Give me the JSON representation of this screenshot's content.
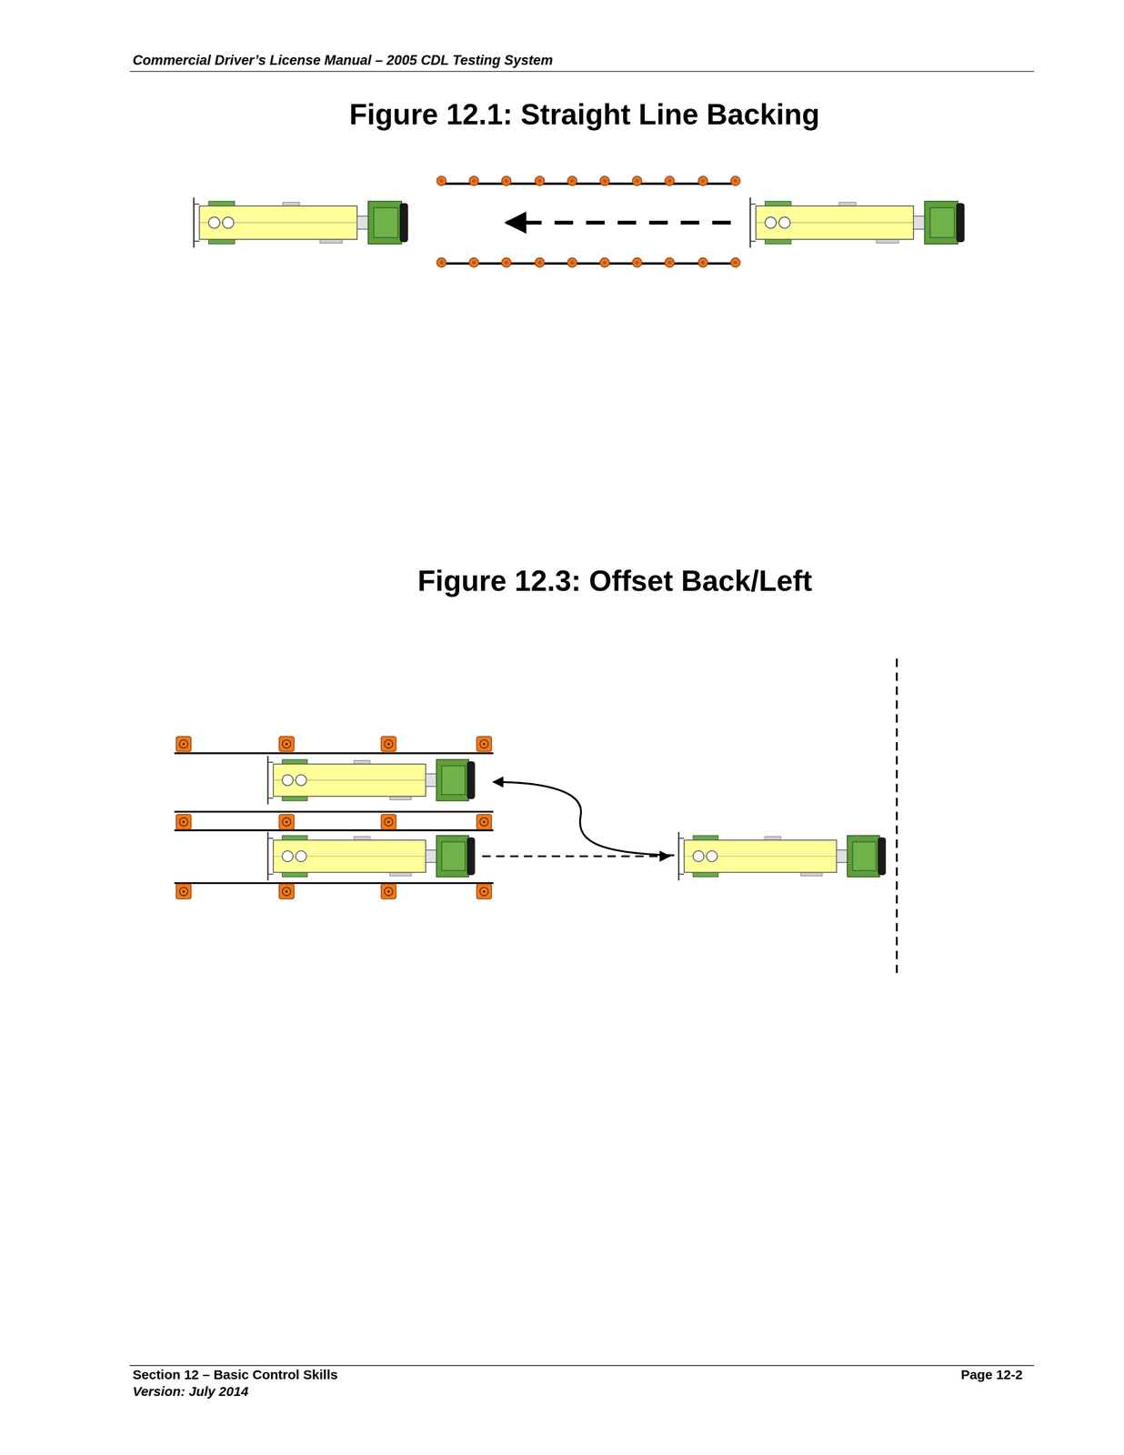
{
  "diagram": {
    "labels": [
      "Commercial Driver’s License Manual – 2005 CDL Testing System",
      "Figure 12.1: Straight Line Backing",
      "Figure 12.3: Offset Back/Left",
      "Section 12 – Basic Control Skills",
      "Version: July 2014",
      "Page 12-2"
    ]
  }
}
